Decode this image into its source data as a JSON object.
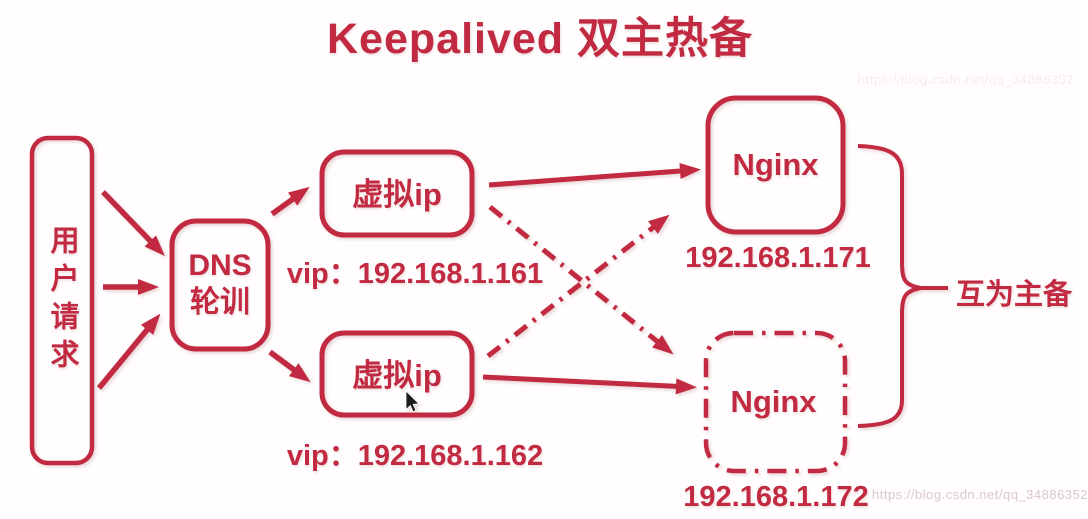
{
  "title": "Keepalived 双主热备",
  "palette": {
    "primary_red": "#c22a41",
    "cursor_black": "#1c1c1c",
    "watermark_gray": "#dbc8c8"
  },
  "nodes": {
    "user_request": {
      "label": "用户请求"
    },
    "dns_round_robin": {
      "label": "DNS\n轮训"
    },
    "virtual_ip_1": {
      "label": "虚拟ip",
      "vip_caption": "vip：192.168.1.161"
    },
    "virtual_ip_2": {
      "label": "虚拟ip",
      "vip_caption": "vip：192.168.1.162"
    },
    "nginx_1": {
      "label": "Nginx",
      "ip_caption": "192.168.1.171"
    },
    "nginx_2": {
      "label": "Nginx",
      "ip_caption": "192.168.1.172"
    }
  },
  "annotations": {
    "brace_label": "互为主备",
    "watermark_top": "https://blog.csdn.net/qq_34886352",
    "watermark_bottom": "https://blog.csdn.net/qq_34886352"
  }
}
